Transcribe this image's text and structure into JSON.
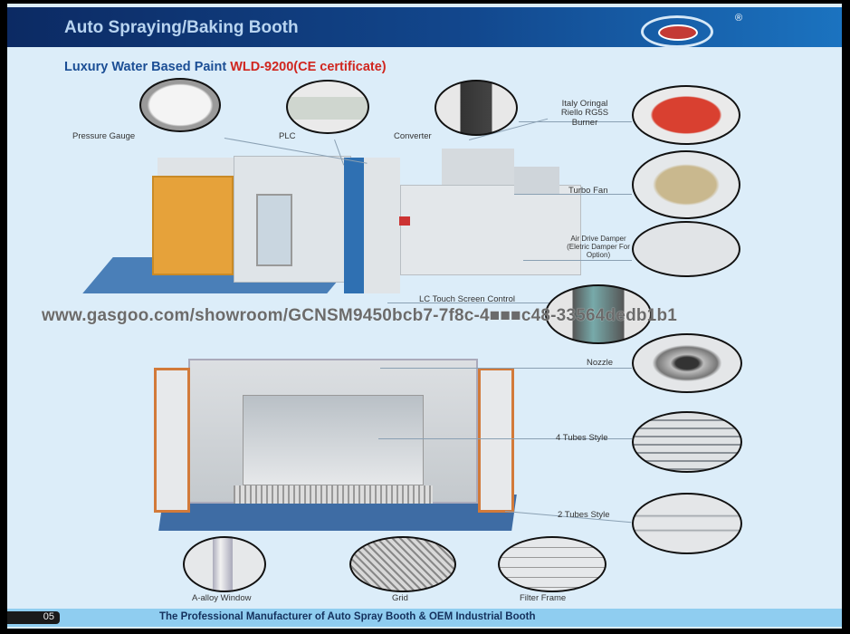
{
  "header": {
    "title": "Auto Spraying/Baking Booth",
    "registered_mark": "®"
  },
  "subtitle": {
    "prefix": "Luxury Water Based Paint ",
    "model": "WLD-9200(CE certificate)"
  },
  "components": {
    "pressure_gauge": "Pressure Gauge",
    "plc": "PLC",
    "converter": "Converter",
    "burner": "Italy Oringal Riello RG5S Burner",
    "turbo_fan": "Turbo Fan",
    "damper": "Air Drive Damper (Eletric Damper For Option)",
    "lc_control": "LC Touch Screen Control",
    "nozzle": "Nozzle",
    "four_tubes": "4 Tubes Style",
    "two_tubes": "2 Tubes Style",
    "window": "A-alloy Window",
    "grid": "Grid",
    "filter_frame": "Filter Frame"
  },
  "watermark": "www.gasgoo.com/showroom/GCNSM9450bcb7-7f8c-4■■■c48-33564dedb1b1",
  "footer": {
    "page_number": "05",
    "text": "The Professional Manufacturer of Auto Spray Booth & OEM Industrial Booth"
  }
}
